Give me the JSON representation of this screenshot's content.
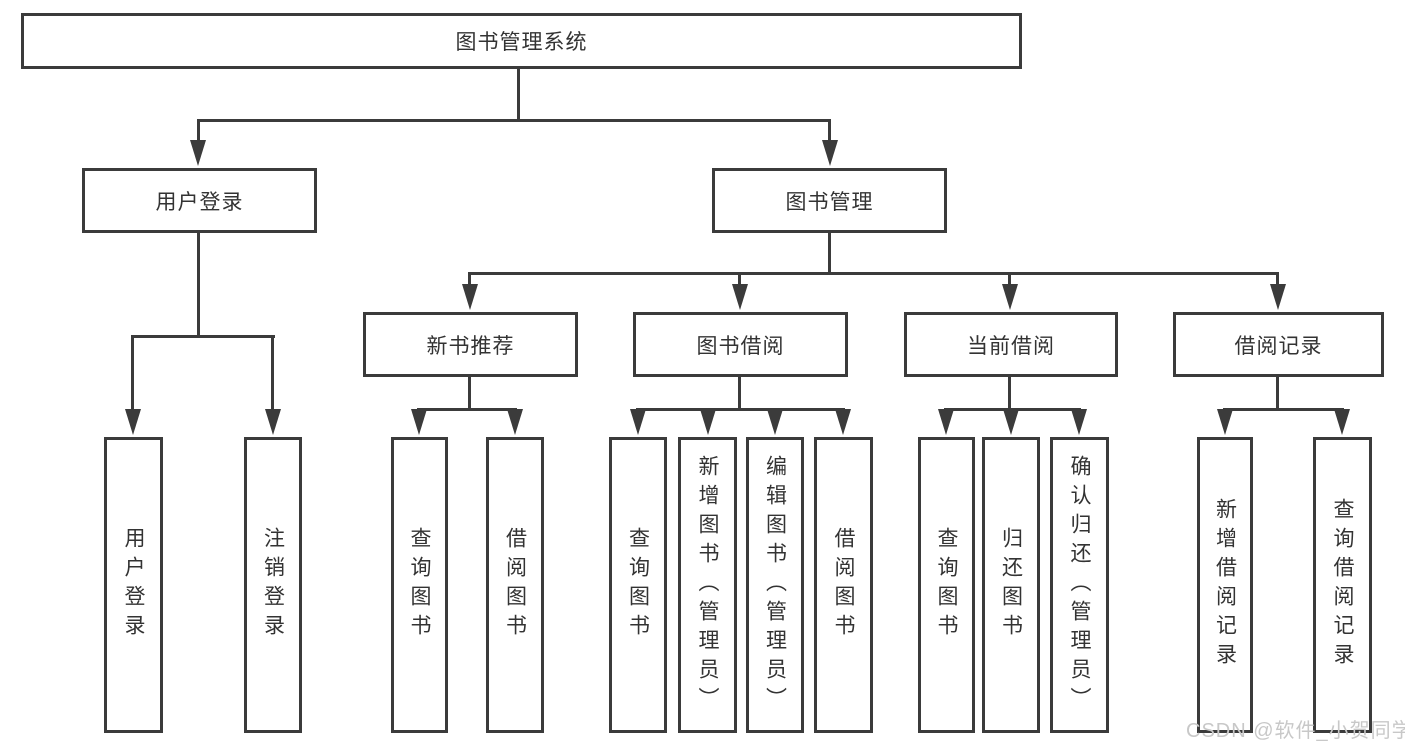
{
  "tree": {
    "label": "图书管理系统",
    "children": [
      {
        "label": "用户登录",
        "children": [
          {
            "label": "用户登录"
          },
          {
            "label": "注销登录"
          }
        ]
      },
      {
        "label": "图书管理",
        "children": [
          {
            "label": "新书推荐",
            "children": [
              {
                "label": "查询图书"
              },
              {
                "label": "借阅图书"
              }
            ]
          },
          {
            "label": "图书借阅",
            "children": [
              {
                "label": "查询图书"
              },
              {
                "label": "新增图书（管理员）"
              },
              {
                "label": "编辑图书（管理员）"
              },
              {
                "label": "借阅图书"
              }
            ]
          },
          {
            "label": "当前借阅",
            "children": [
              {
                "label": "查询图书"
              },
              {
                "label": "归还图书"
              },
              {
                "label": "确认归还（管理员）"
              }
            ]
          },
          {
            "label": "借阅记录",
            "children": [
              {
                "label": "新增借阅记录"
              },
              {
                "label": "查询借阅记录"
              }
            ]
          }
        ]
      }
    ]
  },
  "watermark": "CSDN @软件_小贺同学",
  "colors": {
    "line": "#3b3b3b",
    "text": "#333333",
    "watermark": "#c8c8c8",
    "background": "#ffffff"
  }
}
